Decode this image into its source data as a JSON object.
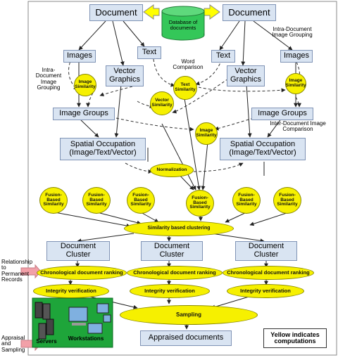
{
  "boxes": {
    "doc_left": "Document",
    "doc_right": "Document",
    "images_left": "Images",
    "images_right": "Images",
    "text_left": "Text",
    "text_right": "Text",
    "vector_left": "Vector Graphics",
    "vector_right": "Vector Graphics",
    "imggroups_left": "Image Groups",
    "imggroups_right": "Image Groups",
    "spatial_left": "Spatial Occupation (Image/Text/Vector)",
    "spatial_right": "Spatial Occupation (Image/Text/Vector)",
    "cluster_1": "Document Cluster",
    "cluster_2": "Document Cluster",
    "cluster_3": "Document Cluster",
    "appraised": "Appraised documents",
    "legend": "Yellow indicates computations"
  },
  "database": "Database of documents",
  "ellipses": {
    "img_sim_left": "Image Similarity",
    "img_sim_right": "Image Similarity",
    "text_sim": "Text Similarity",
    "vector_sim": "Vector Similarity",
    "img_sim_mid": "Image Similarity",
    "normalization": "Normalization",
    "fusion_1": "Fusion-Based Similarity",
    "fusion_2": "Fusion-Based Similarity",
    "fusion_3": "Fusion-Based Similarity",
    "fusion_4": "Fusion-Based Similarity",
    "fusion_5": "Fusion-Based Similarity",
    "fusion_6": "Fusion-Based Similarity",
    "clustering": "Similarity based clustering",
    "ranking_1": "Chronological document ranking",
    "ranking_2": "Chronological document ranking",
    "ranking_3": "Chronological document ranking",
    "integrity_1": "Integrity verification",
    "integrity_2": "Integrity verification",
    "integrity_3": "Integrity verification",
    "sampling": "Sampling"
  },
  "labels": {
    "intra_left": "Intra-Document Image Grouping",
    "intra_right": "Intra-Document Image Grouping",
    "word_comparison": "Word Comparison",
    "inter_doc": "Inter-Document Image Comparison",
    "relationship": "Relationship to Permanent Records",
    "appraisal": "Appraisal and Sampling",
    "servers": "Servers",
    "workstations": "Workstations"
  },
  "colors": {
    "box_fill": "#d9e4f2",
    "computation_yellow": "#f6f000",
    "database_green": "#34c759",
    "servers_green": "#1ea53a",
    "arrow_pink": "#f2a0a8"
  }
}
